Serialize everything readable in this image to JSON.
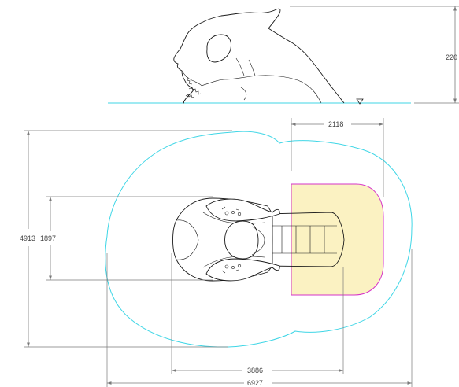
{
  "colors": {
    "envelope": "#3fd6e6",
    "jet_zone_stroke": "#d633c8",
    "jet_zone_fill": "#fbf2c2",
    "dimension": "#7a7a7a",
    "outline": "#1a1a1a"
  },
  "icons": {
    "water_level": "water-level-triangle-icon"
  },
  "dimensions": {
    "spray_height": "220",
    "jet_zone_width": "2118",
    "envelope_width": "4913",
    "craft_width": "1897",
    "craft_length": "3886",
    "envelope_length": "6927"
  }
}
